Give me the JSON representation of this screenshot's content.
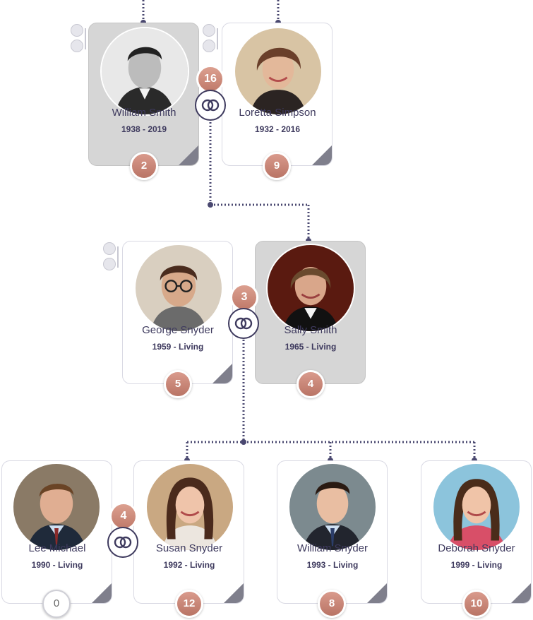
{
  "people": {
    "william_smith": {
      "name": "William Smith",
      "dates": "1938 - 2019",
      "count": "2"
    },
    "loretta_simpson": {
      "name": "Loretta Simpson",
      "dates": "1932 - 2016",
      "count": "9"
    },
    "george_snyder": {
      "name": "George Snyder",
      "dates": "1959 - Living",
      "count": "5"
    },
    "sally_smith": {
      "name": "Sally Smith",
      "dates": "1965 - Living",
      "count": "4"
    },
    "lee_michael": {
      "name": "Lee Michael",
      "dates": "1990 - Living",
      "count": "0"
    },
    "susan_snyder": {
      "name": "Susan Snyder",
      "dates": "1992 - Living",
      "count": "12"
    },
    "william_snyder": {
      "name": "William Snyder",
      "dates": "1993 - Living",
      "count": "8"
    },
    "deborah_snyder": {
      "name": "Deborah Snyder",
      "dates": "1999 - Living",
      "count": "10"
    }
  },
  "couples": {
    "smith_simpson": {
      "count": "16"
    },
    "snyder_smith": {
      "count": "3"
    },
    "michael_snyder": {
      "count": "4"
    }
  },
  "colors": {
    "badge": "#c98576",
    "line": "#4a4870",
    "text": "#3e3a5e",
    "grey_card": "#d6d6d6"
  },
  "icons": {
    "rings": "interlocking-rings-icon",
    "parents": "add-parents-icon",
    "corner": "card-corner-fold-icon"
  }
}
